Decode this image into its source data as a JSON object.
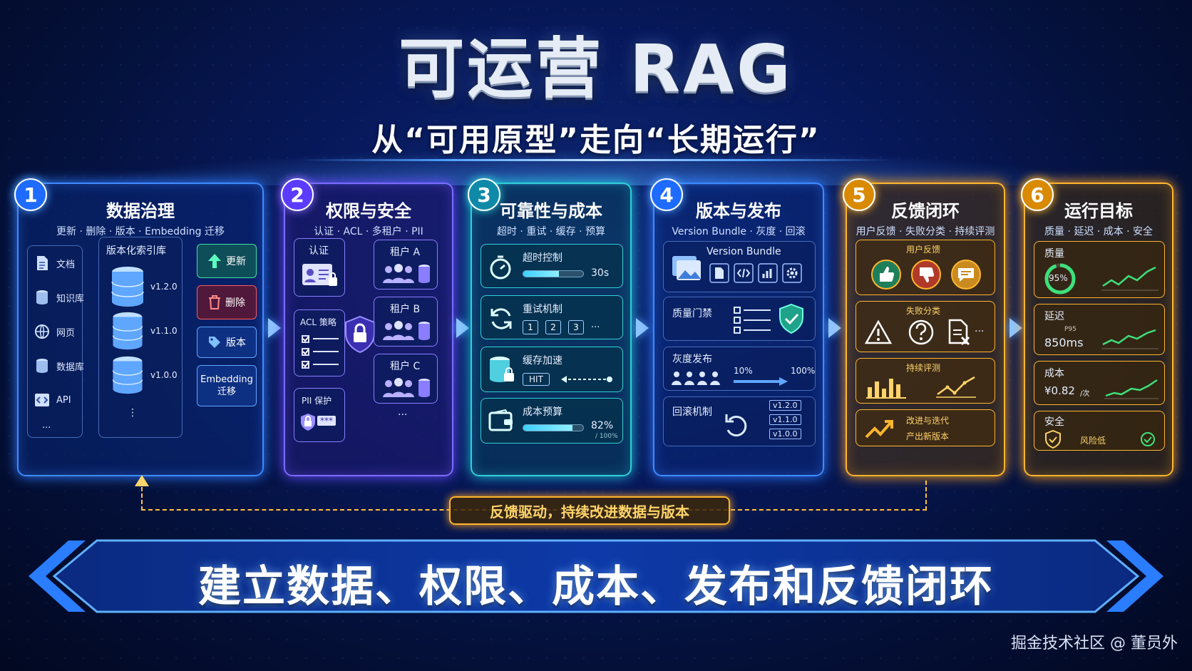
{
  "header": {
    "title": "可运营 RAG",
    "subtitle": "从“可用原型”走向“长期运行”"
  },
  "cards": [
    {
      "num": "1",
      "title": "数据治理",
      "sub": "更新 · 删除 · 版本 · Embedding 迁移",
      "sources": [
        "文档",
        "知识库",
        "网页",
        "数据库",
        "API",
        "..."
      ],
      "index_title": "版本化索引库",
      "versions": [
        "v1.2.0",
        "v1.1.0",
        "v1.0.0",
        "⋮"
      ],
      "actions": [
        "更新",
        "删除",
        "版本",
        "Embedding\n迁移"
      ]
    },
    {
      "num": "2",
      "title": "权限与安全",
      "sub": "认证 · ACL · 多租户 · PII",
      "auth": "认证",
      "acl": "ACL 策略",
      "pii": "PII 保护",
      "pii_mask": "***",
      "tenants": [
        "租户 A",
        "租户 B",
        "租户 C"
      ],
      "more": "..."
    },
    {
      "num": "3",
      "title": "可靠性与成本",
      "sub": "超时 · 重试 · 缓存 · 预算",
      "timeout": {
        "label": "超时控制",
        "value": "30s",
        "fill": 0.6
      },
      "retry": {
        "label": "重试机制",
        "steps": [
          "1",
          "2",
          "3"
        ],
        "more": "···"
      },
      "cache": {
        "label": "缓存加速",
        "hit": "HIT"
      },
      "budget": {
        "label": "成本预算",
        "value": "82%",
        "total": "/ 100%",
        "fill": 0.82
      }
    },
    {
      "num": "4",
      "title": "版本与发布",
      "sub": "Version Bundle · 灰度 · 回滚",
      "bundle": "Version Bundle",
      "gate": "质量门禁",
      "canary": {
        "label": "灰度发布",
        "from": "10%",
        "to": "100%"
      },
      "rollback": {
        "label": "回滚机制",
        "versions": [
          "v1.2.0",
          "v1.1.0",
          "v1.0.0"
        ]
      }
    },
    {
      "num": "5",
      "title": "反馈闭环",
      "sub": "用户反馈 · 失败分类 · 持续评测",
      "feedback": "用户反馈",
      "failure": "失败分类",
      "more": "···",
      "eval": "持续评测",
      "improve": [
        "改进与迭代",
        "产出新版本"
      ]
    },
    {
      "num": "6",
      "title": "运行目标",
      "sub": "质量 · 延迟 · 成本 · 安全",
      "quality": {
        "label": "质量",
        "value": "95%",
        "level": 0.95
      },
      "latency": {
        "label": "延迟",
        "p": "P95",
        "value": "850ms"
      },
      "cost": {
        "label": "成本",
        "value": "¥0.82",
        "unit": "/次"
      },
      "safety": {
        "label": "安全",
        "value": "风险低"
      }
    }
  ],
  "loop_label": "反馈驱动，持续改进数据与版本",
  "banner": "建立数据、权限、成本、发布和反馈闭环",
  "watermark": "掘金技术社区 @ 董员外"
}
